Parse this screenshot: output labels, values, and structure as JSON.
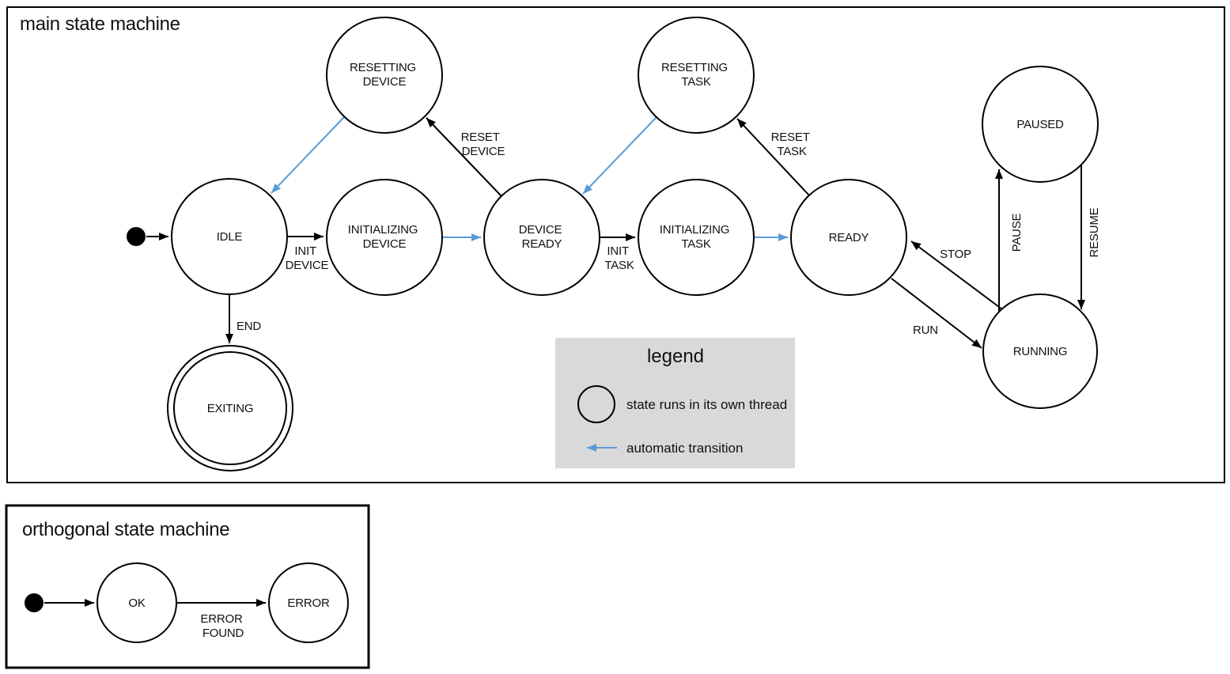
{
  "colors": {
    "state_fill": "#b4c7e7",
    "auto_arrow": "#5b9bd5",
    "legend_bg": "#d9d9d9",
    "stroke": "#000000"
  },
  "main": {
    "title": "main state machine",
    "states": {
      "idle": {
        "label": "IDLE"
      },
      "resetting_device": {
        "line1": "RESETTING",
        "line2": "DEVICE"
      },
      "initializing_device": {
        "line1": "INITIALIZING",
        "line2": "DEVICE"
      },
      "device_ready": {
        "line1": "DEVICE",
        "line2": "READY"
      },
      "resetting_task": {
        "line1": "RESETTING",
        "line2": "TASK"
      },
      "initializing_task": {
        "line1": "INITIALIZING",
        "line2": "TASK"
      },
      "ready": {
        "label": "READY"
      },
      "paused": {
        "label": "PAUSED"
      },
      "running": {
        "label": "RUNNING"
      },
      "exiting": {
        "label": "EXITING"
      }
    },
    "transitions": {
      "init_device": {
        "line1": "INIT",
        "line2": "DEVICE"
      },
      "reset_device": {
        "line1": "RESET",
        "line2": "DEVICE"
      },
      "init_task": {
        "line1": "INIT",
        "line2": "TASK"
      },
      "reset_task": {
        "line1": "RESET",
        "line2": "TASK"
      },
      "end": "END",
      "stop": "STOP",
      "run": "RUN",
      "pause": "PAUSE",
      "resume": "RESUME"
    },
    "legend": {
      "title": "legend",
      "thread_item": "state runs in its own thread",
      "auto_item": "automatic transition"
    }
  },
  "orthogonal": {
    "title": "orthogonal state machine",
    "states": {
      "ok": "OK",
      "error": "ERROR"
    },
    "transitions": {
      "error_found": {
        "line1": "ERROR",
        "line2": "FOUND"
      }
    }
  }
}
